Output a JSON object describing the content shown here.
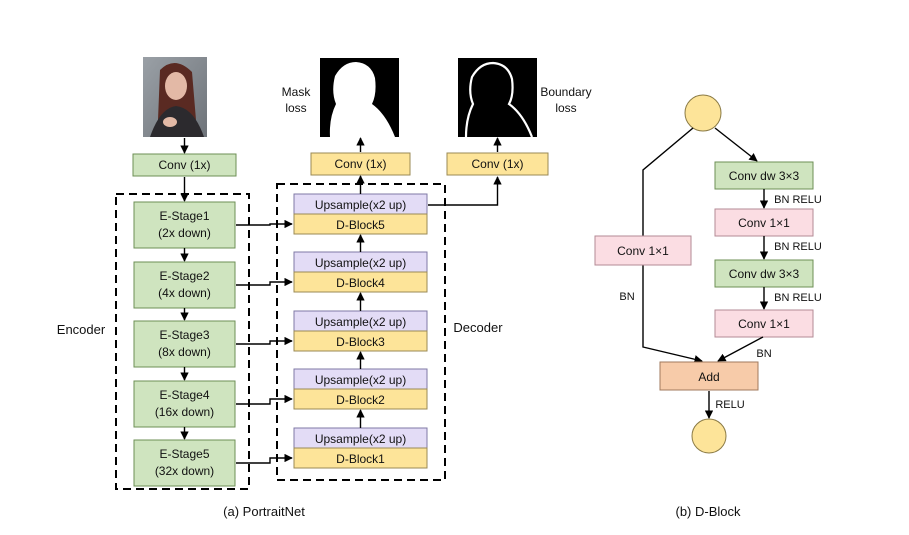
{
  "portraitnet": {
    "caption": "(a) PortraitNet",
    "encoder_label": "Encoder",
    "decoder_label": "Decoder",
    "input_conv": "Conv (1x)",
    "stages": [
      {
        "line1": "E-Stage1",
        "line2": "(2x down)"
      },
      {
        "line1": "E-Stage2",
        "line2": "(4x down)"
      },
      {
        "line1": "E-Stage3",
        "line2": "(8x down)"
      },
      {
        "line1": "E-Stage4",
        "line2": "(16x down)"
      },
      {
        "line1": "E-Stage5",
        "line2": "(32x down)"
      }
    ],
    "decoder_blocks": [
      {
        "up": "Upsample(x2 up)",
        "block": "D-Block5"
      },
      {
        "up": "Upsample(x2 up)",
        "block": "D-Block4"
      },
      {
        "up": "Upsample(x2 up)",
        "block": "D-Block3"
      },
      {
        "up": "Upsample(x2 up)",
        "block": "D-Block2"
      },
      {
        "up": "Upsample(x2 up)",
        "block": "D-Block1"
      }
    ],
    "mask_conv": "Conv (1x)",
    "boundary_conv": "Conv (1x)",
    "mask_loss": [
      "Mask",
      "loss"
    ],
    "boundary_loss": [
      "Boundary",
      "loss"
    ]
  },
  "dblock": {
    "caption": "(b) D-Block",
    "shortcut_conv": "Conv 1×1",
    "shortcut_bn": "BN",
    "main": [
      {
        "label": "Conv dw 3×3",
        "after": "BN RELU"
      },
      {
        "label": "Conv 1×1",
        "after": "BN RELU"
      },
      {
        "label": "Conv dw 3×3",
        "after": "BN RELU"
      },
      {
        "label": "Conv 1×1",
        "after": "BN"
      }
    ],
    "add": "Add",
    "relu": "RELU"
  },
  "colors": {
    "encoder_block": "#cfe4bf",
    "decoder_block": "#fde499",
    "upsample_block": "#e3dcf6",
    "pointwise_conv": "#fbdde3",
    "add_block": "#f7cba9"
  },
  "icons": [
    "portrait-photo",
    "mask-image",
    "boundary-image"
  ]
}
